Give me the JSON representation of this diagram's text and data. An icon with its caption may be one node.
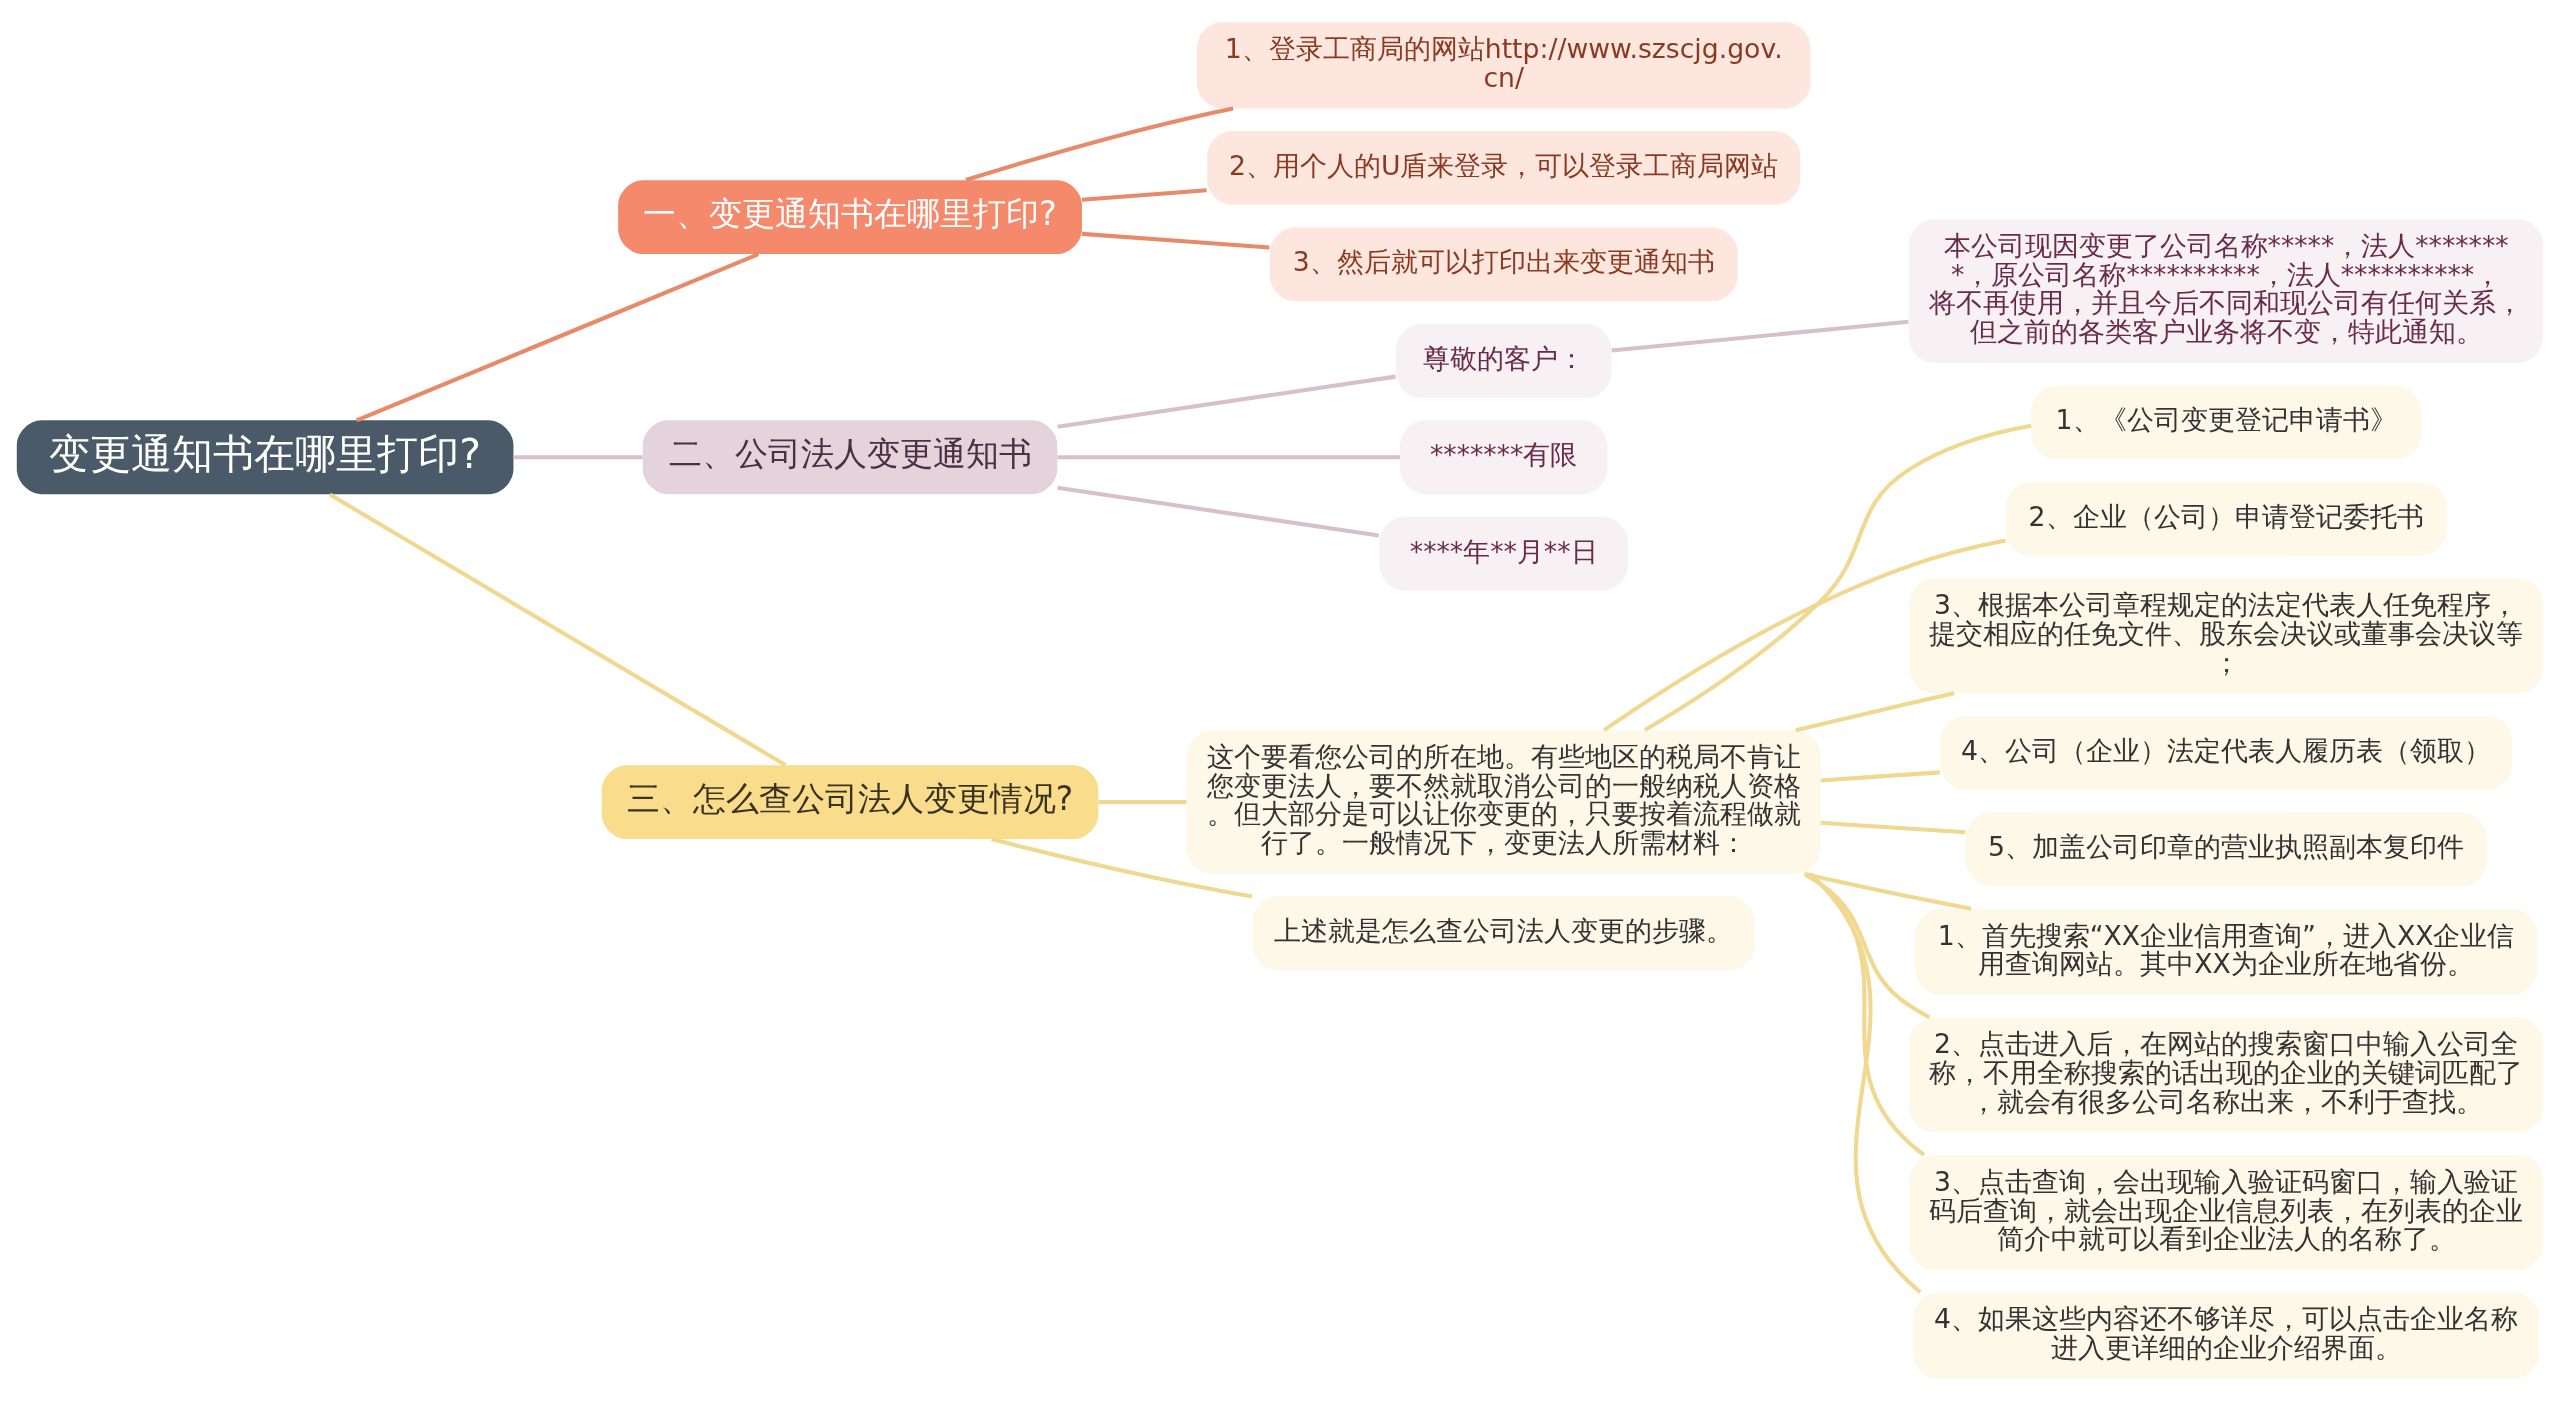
{
  "diagram": {
    "nodes": [
      {
        "text": [
          "变更通知书在哪里打印?"
        ]
      },
      {
        "text": [
          "一、变更通知书在哪里打印?"
        ]
      },
      {
        "text": [
          "1、登录工商局的网站http://www.szscjg.gov.cn/"
        ]
      },
      {
        "text": [
          "2、用个人的U盾来登录，可以登录工商局网站"
        ]
      },
      {
        "text": [
          "3、然后就可以打印出来变更通知书"
        ]
      },
      {
        "text": [
          "二、公司法人变更通知书"
        ]
      },
      {
        "text": [
          "尊敬的客户："
        ]
      },
      {
        "text": [
          "本公司现因变更了公司名称*****，法人********，原公司名称**********，法人**********，将不再使用，并且今后不同和现公司有任何关系，但之前的各类客户业务将不变，特此通知。"
        ]
      },
      {
        "text": [
          "*******有限"
        ]
      },
      {
        "text": [
          "****年**月**日"
        ]
      },
      {
        "text": [
          "三、怎么查公司法人变更情况?"
        ]
      },
      {
        "text": [
          "这个要看您公司的所在地。有些地区的税局不肯让您变更法人，要不然就取消公司的一般纳税人资格。但大部分是可以让你变更的，只要按着流程做就行了。一般情况下，变更法人所需材料："
        ]
      },
      {
        "text": [
          "1、《公司变更登记申请书》"
        ]
      },
      {
        "text": [
          "2、企业（公司）申请登记委托书"
        ]
      },
      {
        "text": [
          "3、根据本公司章程规定的法定代表人任免程序，提交相应的任免文件、股东会决议或董事会决议等；"
        ]
      },
      {
        "text": [
          "4、公司（企业）法定代表人履历表（领取）"
        ]
      },
      {
        "text": [
          "5、加盖公司印章的营业执照副本复印件"
        ]
      },
      {
        "text": [
          "1、首先搜索“XX企业信用查询”，进入XX企业信用查询网站。其中XX为企业所在地省份。"
        ]
      },
      {
        "text": [
          "2、点击进入后，在网站的搜索窗口中输入公司全称，不用全称搜索的话出现的企业的关键词匹配了，就会有很多公司名称出来，不利于查找。"
        ]
      },
      {
        "text": [
          "3、点击查询，会出现输入验证码窗口，输入验证码后查询，就会出现企业信息列表，在列表的企业简介中就可以看到企业法人的名称了。"
        ]
      },
      {
        "text": [
          "4、如果这些内容还不够详尽，可以点击企业名称进入更详细的企业介绍界面。"
        ]
      },
      {
        "text": [
          "上述就是怎么查公司法人变更的步骤。"
        ]
      }
    ],
    "edges": [
      {
        "from": 0,
        "to": 1,
        "arrow": "none",
        "color": "#e8896a"
      },
      {
        "from": 1,
        "to": 2,
        "arrow": "none",
        "color": "#e8896a"
      },
      {
        "from": 1,
        "to": 3,
        "arrow": "none",
        "color": "#e8896a"
      },
      {
        "from": 1,
        "to": 4,
        "arrow": "none",
        "color": "#e8896a"
      },
      {
        "from": 0,
        "to": 5,
        "arrow": "none",
        "color": "#d7c0cb"
      },
      {
        "from": 5,
        "to": 6,
        "arrow": "none",
        "color": "#d7c0cb"
      },
      {
        "from": 6,
        "to": 7,
        "arrow": "none",
        "color": "#d7c0cb"
      },
      {
        "from": 5,
        "to": 8,
        "arrow": "none",
        "color": "#d7c0cb"
      },
      {
        "from": 5,
        "to": 9,
        "arrow": "none",
        "color": "#d7c0cb"
      },
      {
        "from": 0,
        "to": 10,
        "arrow": "none"
      },
      {
        "from": 10,
        "to": 11,
        "arrow": "none"
      },
      {
        "from": 11,
        "to": 12,
        "arrow": "none"
      },
      {
        "from": 11,
        "to": 13,
        "arrow": "none"
      },
      {
        "from": 11,
        "to": 14,
        "arrow": "none"
      },
      {
        "from": 11,
        "to": 15,
        "arrow": "none"
      },
      {
        "from": 11,
        "to": 16,
        "arrow": "none"
      },
      {
        "from": 11,
        "to": 17,
        "arrow": "none"
      },
      {
        "from": 11,
        "to": 18,
        "arrow": "none"
      },
      {
        "from": 11,
        "to": 19,
        "arrow": "none"
      },
      {
        "from": 11,
        "to": 20,
        "arrow": "none"
      },
      {
        "from": 10,
        "to": 21,
        "arrow": "none"
      }
    ]
  }
}
